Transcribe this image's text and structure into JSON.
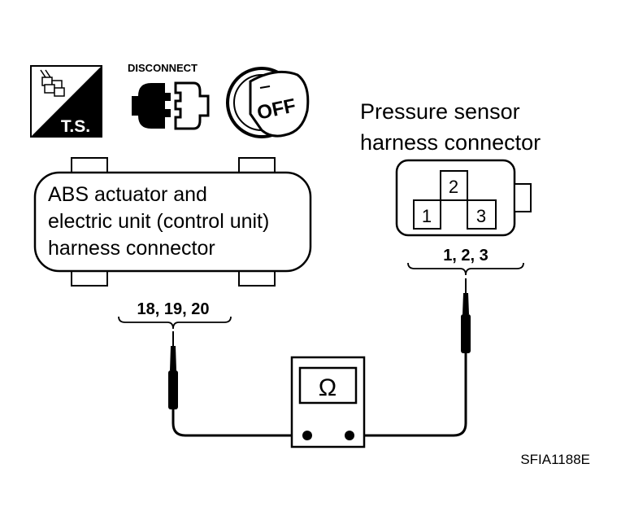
{
  "icons": {
    "ts_label": "T.S.",
    "disconnect_label": "DISCONNECT",
    "ignition_label": "OFF"
  },
  "abs_connector": {
    "line1": "ABS actuator and",
    "line2": "electric unit (control unit)",
    "line3": "harness connector",
    "terminals": "18, 19, 20"
  },
  "pressure_sensor": {
    "title_line1": "Pressure sensor",
    "title_line2": "harness connector",
    "pins": [
      "1",
      "2",
      "3"
    ],
    "terminals": "1, 2, 3"
  },
  "meter": {
    "symbol": "Ω"
  },
  "figure_code": "SFIA1188E"
}
